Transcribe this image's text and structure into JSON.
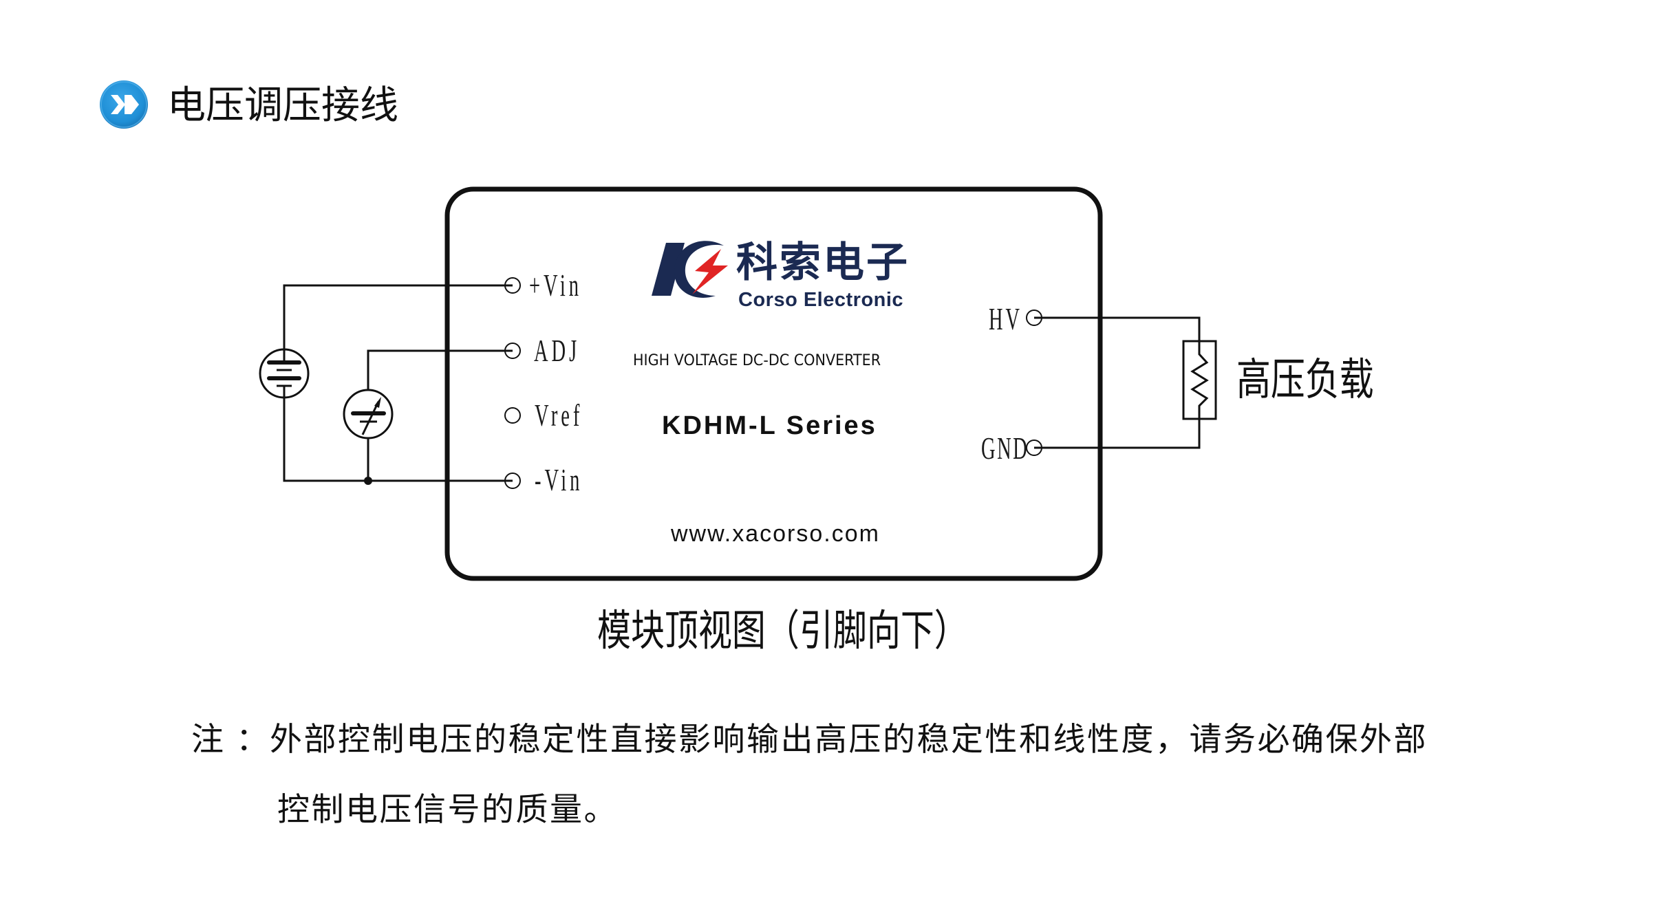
{
  "header": {
    "icon": "double-chevron-right-icon",
    "title": "电压调压接线",
    "icon_color": "#1f8fd6"
  },
  "module": {
    "logo": {
      "brand_cn": "科索电子",
      "brand_en": "Corso Electronic",
      "navy": "#1b2a52",
      "red": "#e02424"
    },
    "product_line": "HIGH VOLTAGE DC-DC CONVERTER",
    "series": "KDHM-L Series",
    "website": "www.xacorso.com",
    "left_pins": [
      {
        "label": "+Vin",
        "connected": true
      },
      {
        "label": "ADJ",
        "connected": true
      },
      {
        "label": "Vref",
        "connected": false
      },
      {
        "label": "-Vin",
        "connected": true
      }
    ],
    "right_pins": [
      {
        "label": "HV",
        "connected": true
      },
      {
        "label": "GND",
        "connected": true
      }
    ]
  },
  "external": {
    "input_source": "dc-voltage-source-icon",
    "control_source": "adjustable-voltage-source-icon",
    "load_symbol": "resistor-icon",
    "load_label": "高压负载"
  },
  "caption": "模块顶视图（引脚向下）",
  "note": {
    "label": "注：",
    "line1": "外部控制电压的稳定性直接影响输出高压的稳定性和线性度，请务必确保外部",
    "line2": "控制电压信号的质量。"
  }
}
